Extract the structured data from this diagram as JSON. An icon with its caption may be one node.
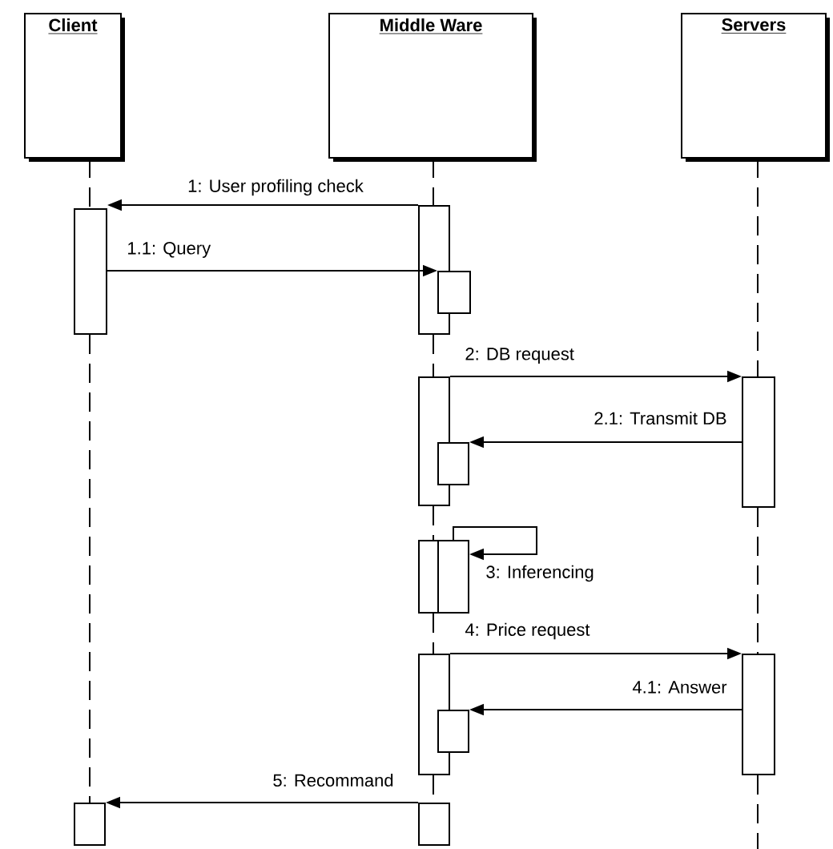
{
  "diagram": {
    "nodes": [
      {
        "text": [
          "Client"
        ]
      },
      {
        "text": [
          "Middle Ware"
        ]
      },
      {
        "text": [
          "Servers"
        ]
      },
      {
        "text": [],
        "shape": "bar"
      },
      {
        "text": [],
        "shape": "bar"
      },
      {
        "text": [],
        "shape": "bar"
      },
      {
        "text": [],
        "shape": "bar"
      },
      {
        "text": [],
        "shape": "bar"
      },
      {
        "text": [],
        "shape": "bar"
      },
      {
        "text": [],
        "shape": "bar"
      },
      {
        "text": [],
        "shape": "bar"
      },
      {
        "text": [],
        "shape": "bar"
      },
      {
        "text": [],
        "shape": "bar"
      },
      {
        "text": [],
        "shape": "bar"
      },
      {
        "text": [],
        "shape": "bar"
      },
      {
        "text": [],
        "shape": "bar"
      }
    ],
    "edges": [
      {
        "from": 4,
        "to": 3,
        "arrow": "to",
        "label": "1: User profiling check"
      },
      {
        "from": 3,
        "to": 5,
        "arrow": "to",
        "label": "1.1: Query"
      },
      {
        "from": 6,
        "to": 8,
        "arrow": "to",
        "label": "2: DB request"
      },
      {
        "from": 8,
        "to": 7,
        "arrow": "to",
        "label": "2.1: Transmit DB"
      },
      {
        "from": 10,
        "to": 10,
        "arrow": "to",
        "label": "3: Inferencing"
      },
      {
        "from": 11,
        "to": 13,
        "arrow": "to",
        "label": "4: Price request"
      },
      {
        "from": 13,
        "to": 12,
        "arrow": "to",
        "label": "4.1: Answer"
      },
      {
        "from": 15,
        "to": 14,
        "arrow": "to",
        "label": "5: Recommand"
      },
      {
        "from": 0,
        "to": 3,
        "arrow": "none",
        "style": "dashed"
      },
      {
        "from": 3,
        "to": 14,
        "arrow": "none",
        "style": "dashed"
      },
      {
        "from": 1,
        "to": 4,
        "arrow": "none",
        "style": "dashed"
      },
      {
        "from": 4,
        "to": 6,
        "arrow": "none",
        "style": "dashed"
      },
      {
        "from": 6,
        "to": 9,
        "arrow": "none",
        "style": "dashed"
      },
      {
        "from": 9,
        "to": 11,
        "arrow": "none",
        "style": "dashed"
      },
      {
        "from": 11,
        "to": 15,
        "arrow": "none",
        "style": "dashed"
      },
      {
        "from": 2,
        "to": 8,
        "arrow": "none",
        "style": "dashed"
      },
      {
        "from": 8,
        "to": 13,
        "arrow": "none",
        "style": "dashed"
      },
      {
        "from": 13,
        "to": null,
        "arrow": "none",
        "style": "dashed"
      }
    ]
  }
}
